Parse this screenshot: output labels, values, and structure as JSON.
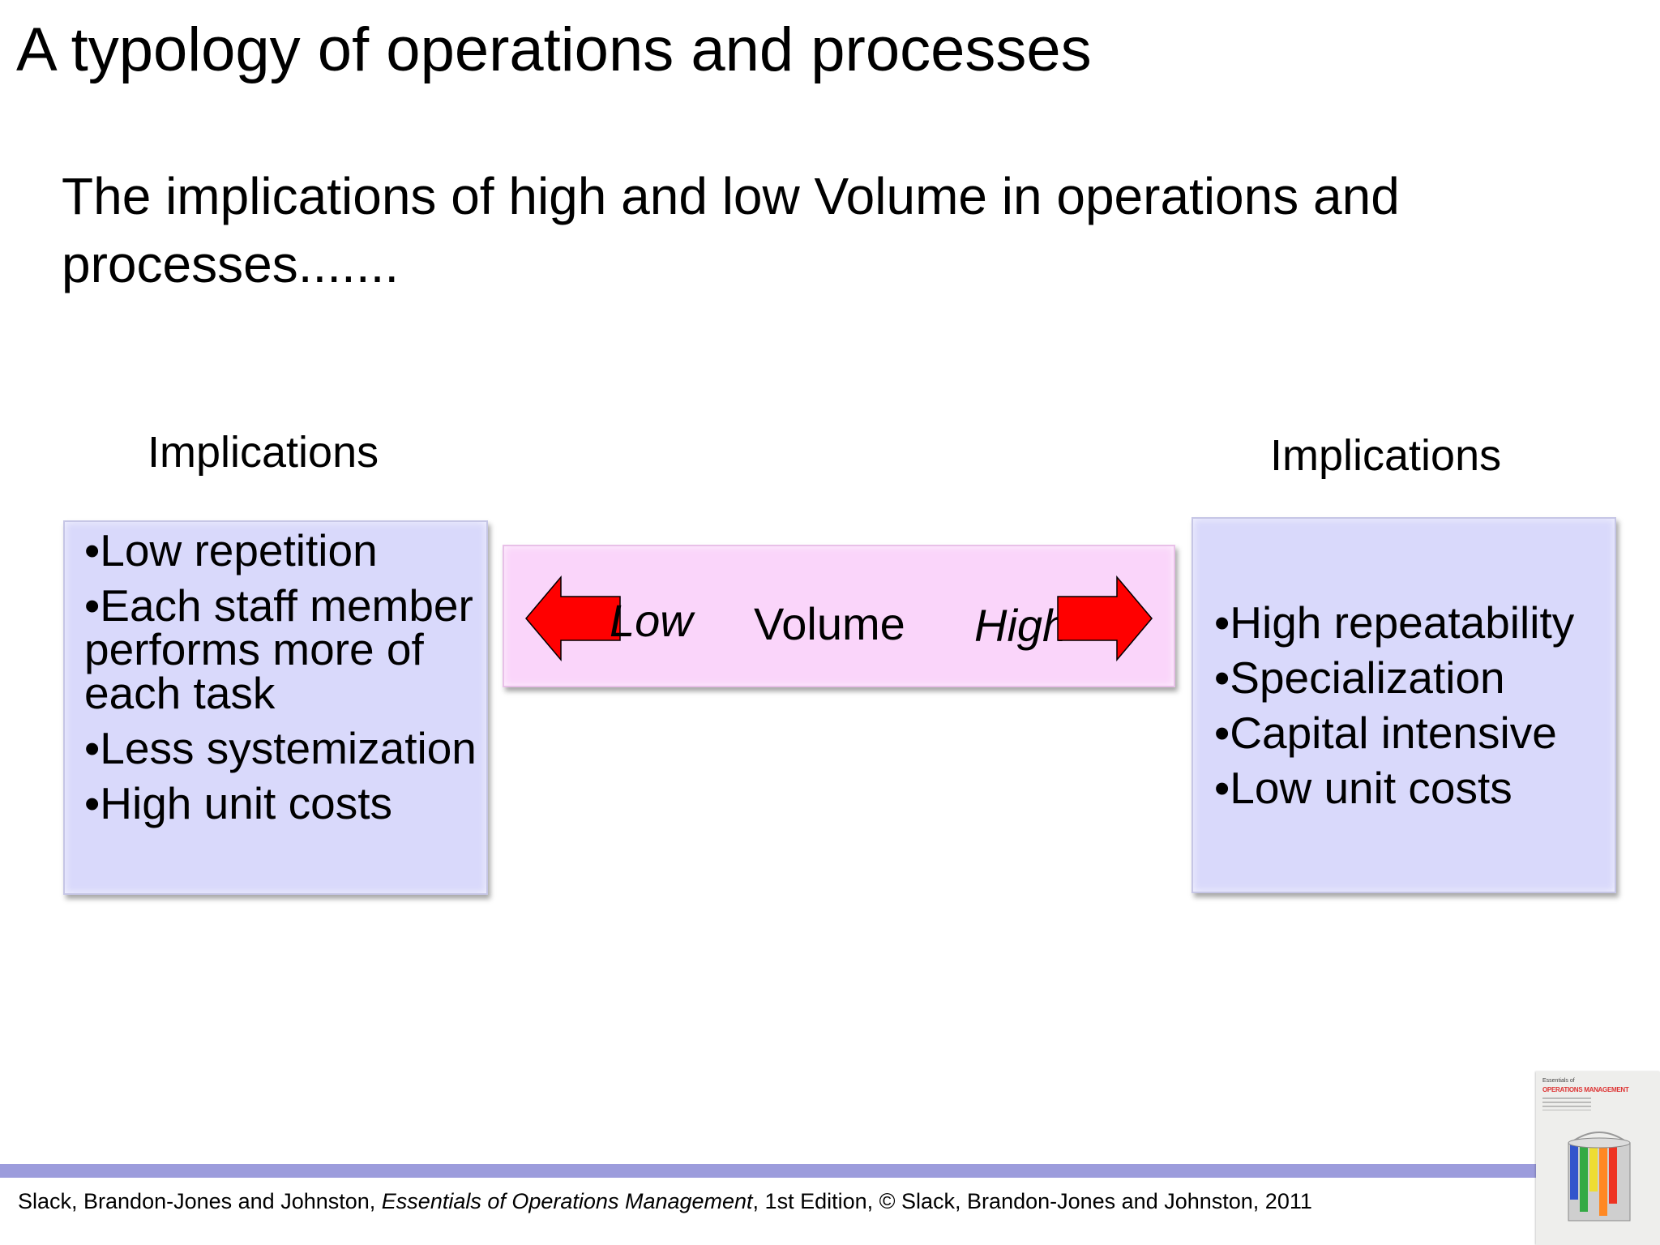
{
  "slide": {
    "title": "A typology of operations and processes",
    "subtitle": "The implications of high and low Volume in operations and processes......."
  },
  "left_panel": {
    "heading": "Implications",
    "bullet_char": "•",
    "items": [
      "Low repetition",
      "Each staff member performs more of each task",
      "Less systemization",
      "High unit costs"
    ]
  },
  "volume_scale": {
    "low_label": "Low",
    "center_label": "Volume",
    "high_label": "High",
    "arrow_color": "#ff0000",
    "bar_color": "#fad5fa"
  },
  "right_panel": {
    "heading": "Implications",
    "bullet_char": "•",
    "items": [
      "High repeatability",
      "Specialization",
      "Capital intensive",
      "Low unit costs"
    ]
  },
  "footer": {
    "authors": "Slack, Brandon-Jones and Johnston, ",
    "book_title": "Essentials of Operations Management",
    "edition": ", 1st Edition, © Slack, Brandon-Jones and Johnston, 2011",
    "bar_color": "#9c9cdc"
  },
  "book_cover": {
    "line1": "Essentials of",
    "line2": "OPERATIONS MANAGEMENT"
  },
  "colors": {
    "panel_fill": "#d9d9fb",
    "volume_fill": "#fad5fa",
    "arrow": "#ff0000"
  }
}
